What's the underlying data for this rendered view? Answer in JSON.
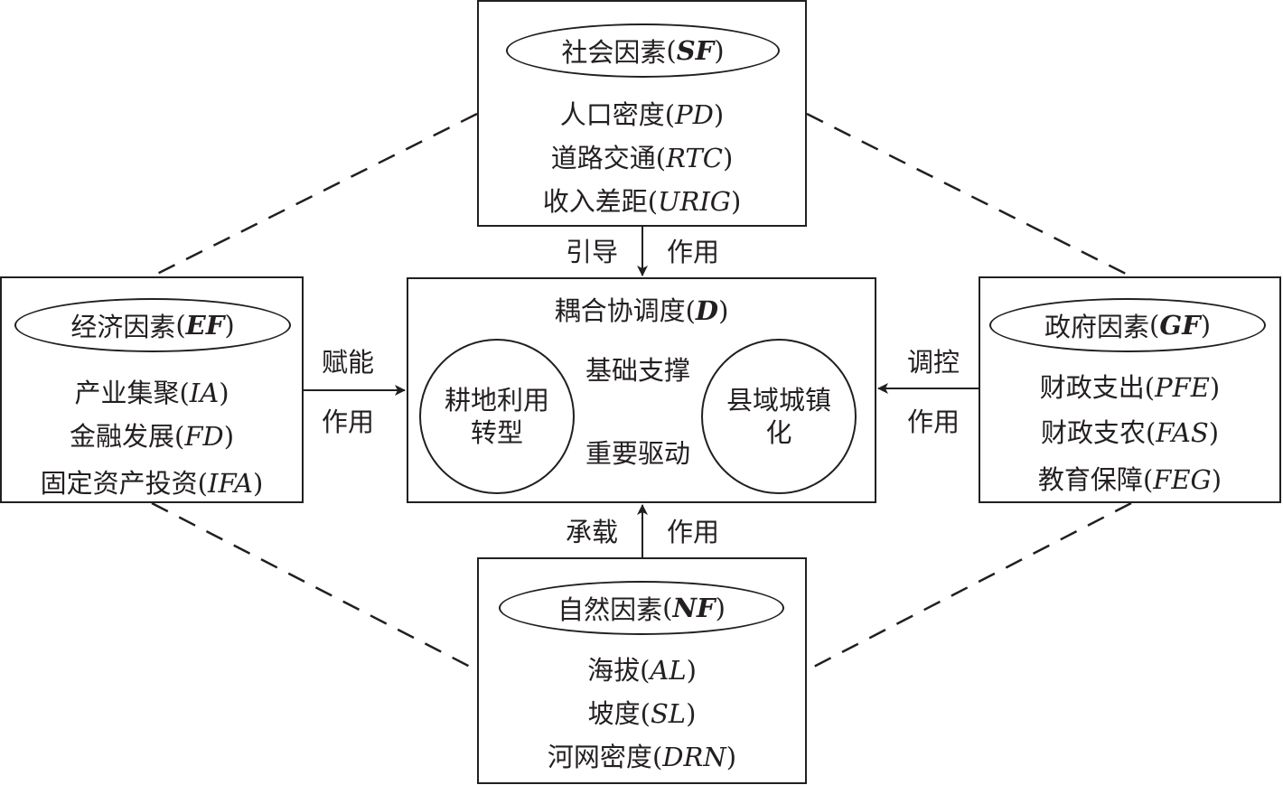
{
  "social": {
    "title": "社会因素",
    "code": "SF",
    "items": [
      {
        "name": "人口密度",
        "code": "PD"
      },
      {
        "name": "道路交通",
        "code": "RTC"
      },
      {
        "name": "收入差距",
        "code": "URIG"
      }
    ]
  },
  "economic": {
    "title": "经济因素",
    "code": "EF",
    "items": [
      {
        "name": "产业集聚",
        "code": "IA"
      },
      {
        "name": "金融发展",
        "code": "FD"
      },
      {
        "name": "固定资产投资",
        "code": "IFA"
      }
    ]
  },
  "government": {
    "title": "政府因素",
    "code": "GF",
    "items": [
      {
        "name": "财政支出",
        "code": "PFE"
      },
      {
        "name": "财政支农",
        "code": "FAS"
      },
      {
        "name": "教育保障",
        "code": "FEG"
      }
    ]
  },
  "natural": {
    "title": "自然因素",
    "code": "NF",
    "items": [
      {
        "name": "海拔",
        "code": "AL"
      },
      {
        "name": "坡度",
        "code": "SL"
      },
      {
        "name": "河网密度",
        "code": "DRN"
      }
    ]
  },
  "center": {
    "title": "耦合协调度",
    "code": "D",
    "left_circle": "耕地利用转型",
    "right_circle": "县域城镇化",
    "top_arrow_label": "基础支撑",
    "bottom_arrow_label": "重要驱动"
  },
  "effects": {
    "social": {
      "a": "引导",
      "b": "作用"
    },
    "economic": {
      "a": "赋能",
      "b": "作用"
    },
    "government": {
      "a": "调控",
      "b": "作用"
    },
    "natural": {
      "a": "承载",
      "b": "作用"
    }
  },
  "colors": {
    "stroke": "#231f20",
    "background": "#ffffff"
  }
}
